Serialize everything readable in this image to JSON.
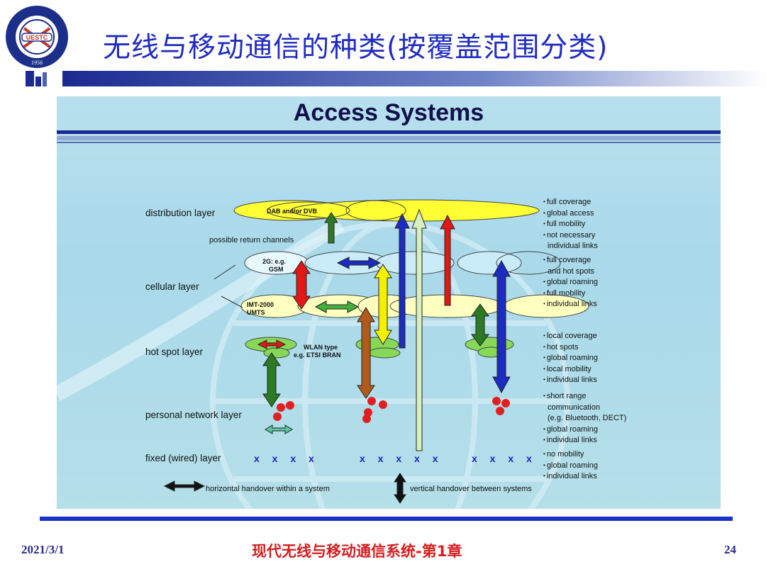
{
  "header": {
    "title": "无线与移动通信的种类(按覆盖范围分类)",
    "logo": {
      "text": "UESTC",
      "year": "1956"
    }
  },
  "figure": {
    "title": "Access Systems",
    "layers": {
      "distribution": "distribution layer",
      "cellular": "cellular layer",
      "hotspot": "hot spot layer",
      "personal": "personal network layer",
      "fixed": "fixed (wired) layer"
    },
    "labels": {
      "return": "possible return channels",
      "dab": "DAB and/or DVB",
      "gsm_1": "2G: e.g.",
      "gsm_2": "GSM",
      "imt_1": "IMT-2000",
      "imt_2": "UMTS",
      "wlan_1": "WLAN type",
      "wlan_2": "e.g. ETSI BRAN"
    },
    "fixed_marks": [
      "x x x x",
      "x x x x x",
      "x x x x"
    ],
    "bullets": {
      "distribution": [
        "full coverage",
        "global access",
        "full mobility",
        "not necessary",
        "individual links"
      ],
      "cellular": [
        "full coverage",
        "and hot spots",
        "global roaming",
        "full mobility",
        "individual links"
      ],
      "hotspot": [
        "local coverage",
        "hot spots",
        "global roaming",
        "local mobility",
        "individual links"
      ],
      "personal": [
        "short range",
        "communication",
        "(e.g. Bluetooth, DECT)",
        "global roaming",
        "individual links"
      ],
      "fixed": [
        "no mobility",
        "global roaming",
        "individual links"
      ]
    },
    "legend": {
      "horizontal": "horizontal handover within a system",
      "vertical": "vertical handover between systems"
    }
  },
  "footer": {
    "date": "2021/3/1",
    "center": "现代无线与移动通信系统-第1章",
    "page": "24"
  },
  "colors": {
    "title_blue": "#1f2cc0",
    "footer_red": "#d41e1e",
    "footer_line": "#1932c8"
  }
}
